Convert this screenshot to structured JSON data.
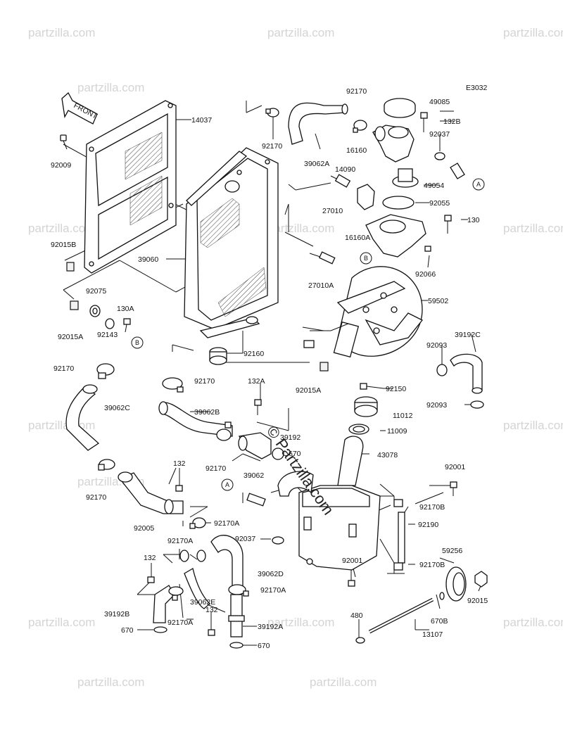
{
  "diagram_code": "E3032",
  "front_label": "FRONT",
  "watermarks": [
    "partzilla.com",
    "partzilla.com",
    "partzilla.com",
    "partzilla.com",
    "partzilla.com",
    "partzilla.com",
    "partzilla.com",
    "partzilla.com",
    "partzilla.com",
    "partzilla.com",
    "partzilla.com",
    "partzilla.com",
    "partzilla.com",
    "partzilla.com",
    "partzilla.com"
  ],
  "center_watermark": "© Partzilla.com",
  "refs": {
    "a": "A",
    "b": "B"
  },
  "labels": {
    "p14037": "14037",
    "p92009": "92009",
    "p92015B": "92015B",
    "p39060": "39060",
    "p92075": "92075",
    "p130A": "130A",
    "p92015A_1": "92015A",
    "p92143": "92143",
    "p92170_1": "92170",
    "p39062C": "39062C",
    "p92170_2": "92170",
    "p92170_3": "92170",
    "p39062A": "39062A",
    "p92170_4": "92170",
    "p49085": "49085",
    "p132B": "132B",
    "p92037_1": "92037",
    "p16160": "16160",
    "p14090": "14090",
    "p27010": "27010",
    "p49054": "49054",
    "p92055": "92055",
    "p130": "130",
    "p16160A": "16160A",
    "p92066": "92066",
    "p27010A": "27010A",
    "p59502": "59502",
    "p39192C": "39192C",
    "p92093_1": "92093",
    "p92093_2": "92093",
    "p92160": "92160",
    "p92170_5": "92170",
    "p92015A_2": "92015A",
    "p92150": "92150",
    "p132A": "132A",
    "p39062B": "39062B",
    "p11012": "11012",
    "p11009": "11009",
    "p39192": "39192",
    "p670_1": "670",
    "p92170_6": "92170",
    "p43078": "43078",
    "p132_1": "132",
    "p39062": "39062",
    "p92001_1": "92001",
    "p92170B_1": "92170B",
    "p92005": "92005",
    "p92170A_1": "92170A",
    "p92190": "92190",
    "p92037_2": "92037",
    "p92170A_2": "92170A",
    "p92001_2": "92001",
    "p92170B_2": "92170B",
    "p132_2": "132",
    "p39062D": "39062D",
    "p59256": "59256",
    "p92170A_3": "92170A",
    "p39062E": "39062E",
    "p39192B": "39192B",
    "p92170A_4": "92170A",
    "p132_3": "132",
    "p39192A": "39192A",
    "p92015": "92015",
    "p670B": "670B",
    "p480": "480",
    "p13107": "13107",
    "p670_2": "670",
    "p670_3": "670"
  }
}
